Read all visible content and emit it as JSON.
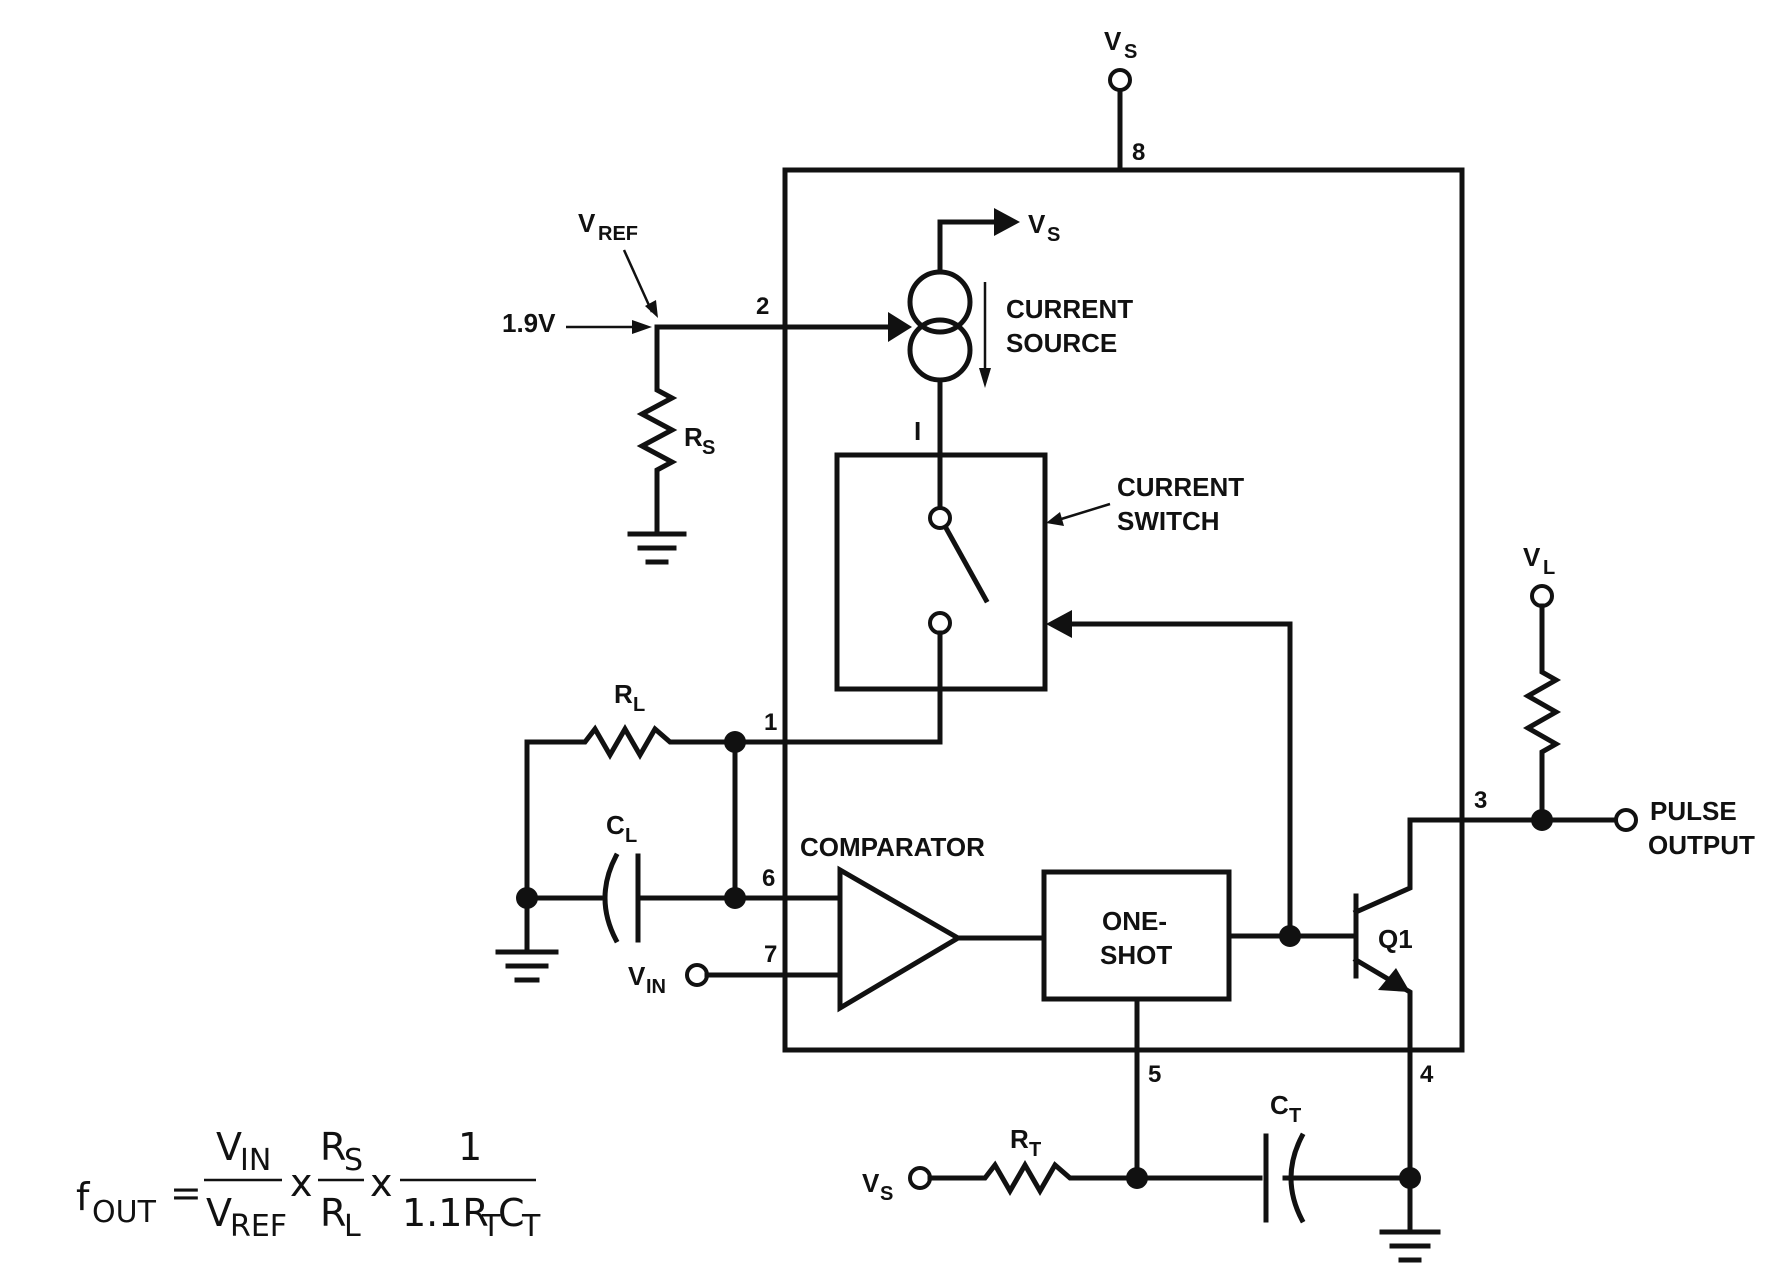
{
  "labels": {
    "vs_top": "V",
    "vs_top_sub": "S",
    "pin8": "8",
    "vs_arrow": "V",
    "vs_arrow_sub": "S",
    "vref": "V",
    "vref_sub": "REF",
    "v19": "1.9V",
    "pin2": "2",
    "current_source_1": "CURRENT",
    "current_source_2": "SOURCE",
    "rs": "R",
    "rs_sub": "S",
    "i_label": "I",
    "current_switch_1": "CURRENT",
    "current_switch_2": "SWITCH",
    "vl": "V",
    "vl_sub": "L",
    "rl": "R",
    "rl_sub": "L",
    "pin1": "1",
    "cl": "C",
    "cl_sub": "L",
    "comparator": "COMPARATOR",
    "pin6": "6",
    "pin7": "7",
    "vin": "V",
    "vin_sub": "IN",
    "oneshot_1": "ONE-",
    "oneshot_2": "SHOT",
    "pin3": "3",
    "pulse_1": "PULSE",
    "pulse_2": "OUTPUT",
    "q1": "Q1",
    "pin5": "5",
    "pin4": "4",
    "ct": "C",
    "ct_sub": "T",
    "rt": "R",
    "rt_sub": "T",
    "vs_bottom": "V",
    "vs_bottom_sub": "S"
  },
  "equation": {
    "lhs": "f",
    "lhs_sub": "OUT",
    "equals": "=",
    "f1_num": "V",
    "f1_num_sub": "IN",
    "f1_den": "V",
    "f1_den_sub": "REF",
    "times1": "x",
    "f2_num": "R",
    "f2_num_sub": "S",
    "f2_den": "R",
    "f2_den_sub": "L",
    "times2": "x",
    "f3_num": "1",
    "f3_den_a": "1.1R",
    "f3_den_a_sub": "T",
    "f3_den_b": "C",
    "f3_den_b_sub": "T"
  }
}
